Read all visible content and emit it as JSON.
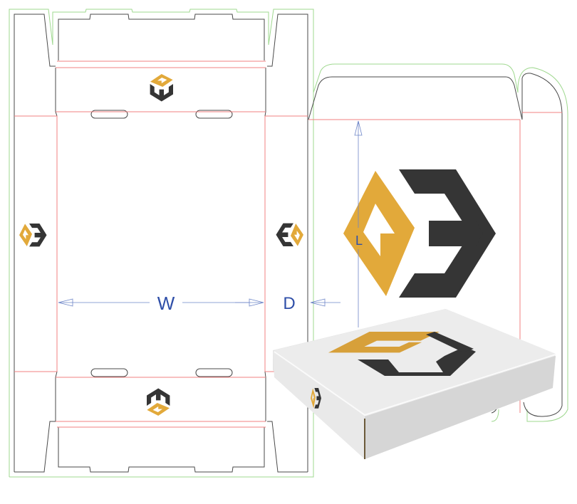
{
  "dimensions": {
    "width_label": "W",
    "depth_label": "D",
    "length_label": "L"
  },
  "colors": {
    "brand_gold": "#e2a93a",
    "brand_dark": "#353535",
    "cut_line": "#4a4a4a",
    "fold_line": "#f08080",
    "bleed_line": "#9fd88f",
    "dimension_line": "#6f86c8"
  }
}
